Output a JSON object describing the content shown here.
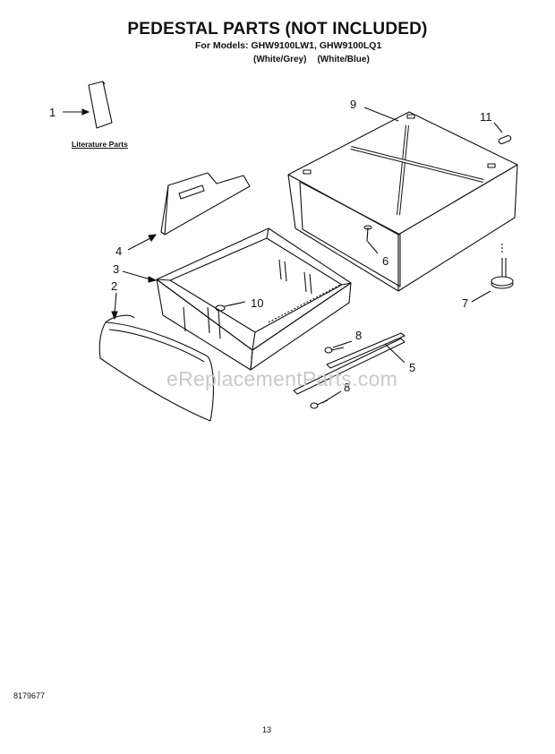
{
  "header": {
    "title": "PEDESTAL PARTS (NOT INCLUDED)",
    "models": "For Models: GHW9100LW1, GHW9100LQ1",
    "variant_1": "(White/Grey)",
    "variant_2": "(White/Blue)"
  },
  "literature_label": "Literature Parts",
  "callouts": {
    "c1": "1",
    "c2": "2",
    "c3": "3",
    "c4": "4",
    "c5": "5",
    "c6": "6",
    "c7": "7",
    "c8a": "8",
    "c8b": "8",
    "c9": "9",
    "c10": "10",
    "c11": "11"
  },
  "watermark": "eReplacementParts.com",
  "footer": {
    "doc_number": "8179677",
    "page": "13"
  }
}
